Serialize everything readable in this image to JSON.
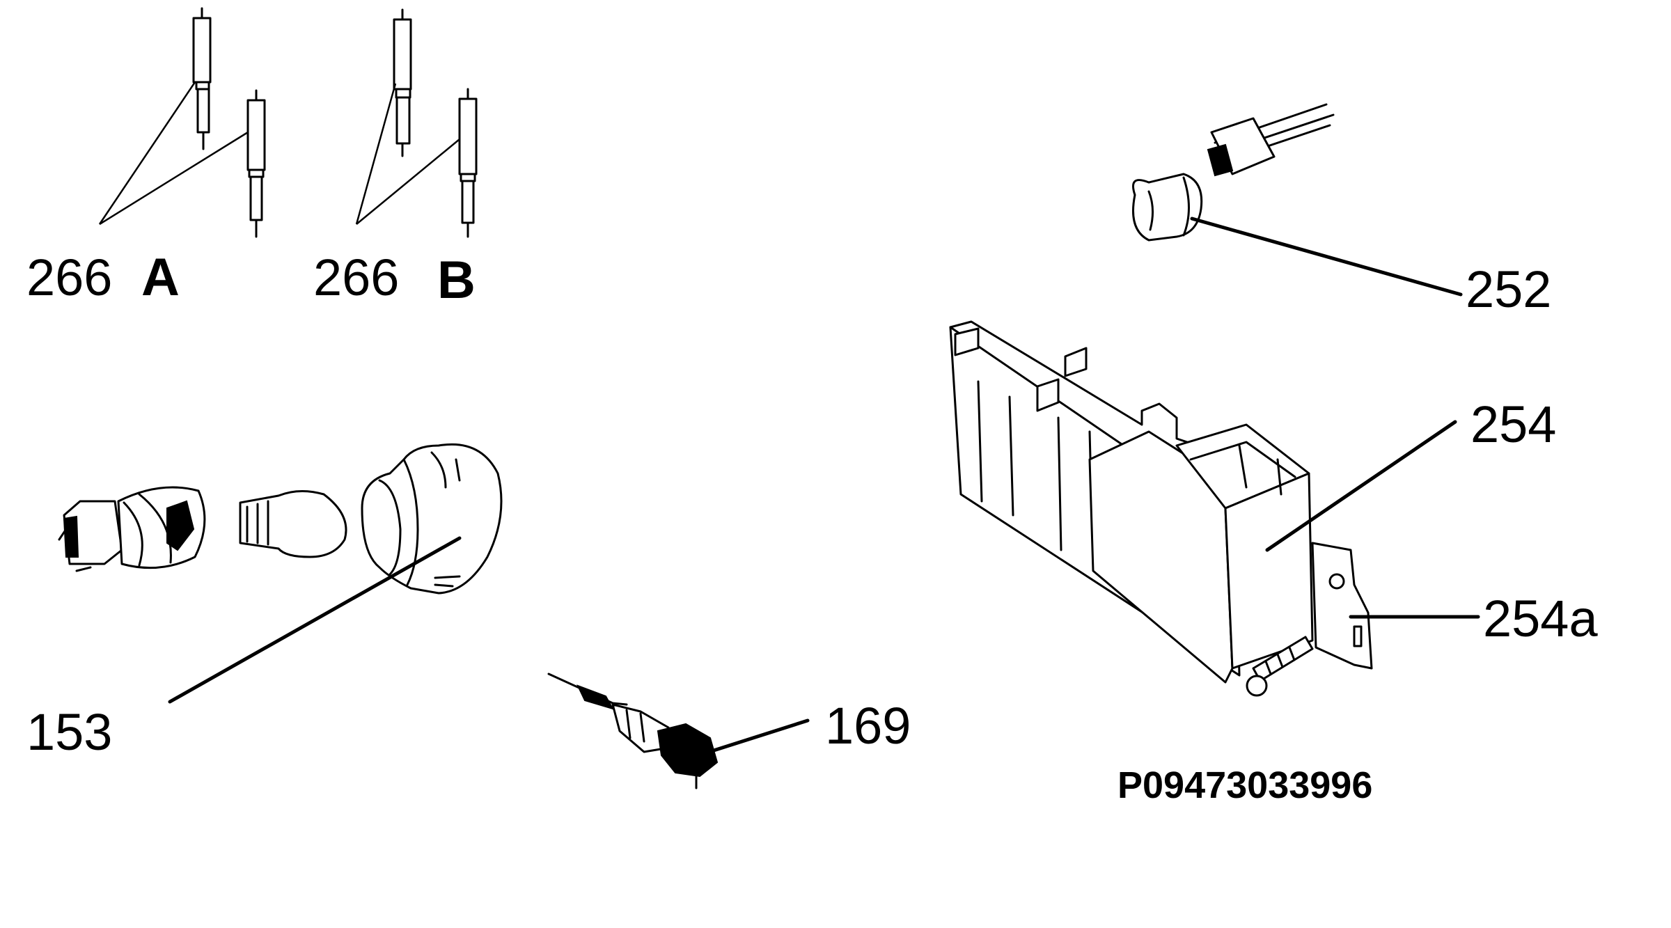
{
  "labels": {
    "part_266a_number": "266",
    "part_266a_letter": "A",
    "part_266b_number": "266",
    "part_266b_letter": "B",
    "part_252": "252",
    "part_254": "254",
    "part_254a": "254a",
    "part_153": "153",
    "part_169": "169"
  },
  "diagram_code": "P09473033996"
}
